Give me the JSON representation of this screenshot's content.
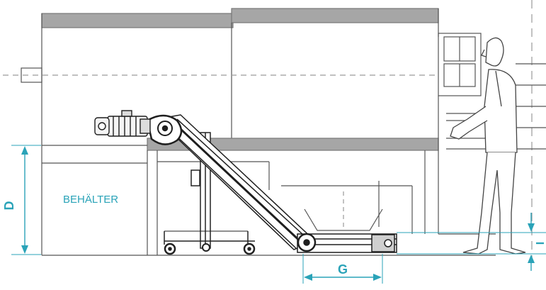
{
  "labels": {
    "container": "BEHÄLTER",
    "dimension_d": "D",
    "dimension_g": "G",
    "dimension_i": "I"
  },
  "colors": {
    "outline": "#555555",
    "gray_band": "#a6a6a6",
    "dark": "#2a2a2a",
    "accent": "#2aa3b8",
    "dashed": "#9a9a9a"
  },
  "parts": {
    "machine": "machine-housing",
    "conveyor": "inclined-chip-conveyor",
    "motor": "gear-motor",
    "stand": "wheeled-stand",
    "operator": "operator-figure",
    "hopper": "collection-hopper"
  }
}
